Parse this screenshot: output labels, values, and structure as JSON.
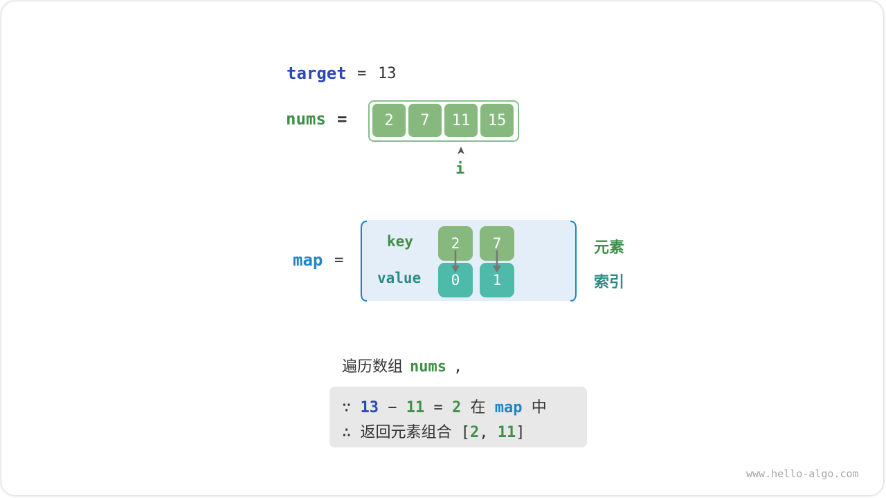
{
  "target": {
    "name": "target",
    "eq": "=",
    "value": "13"
  },
  "nums": {
    "name": "nums",
    "eq": "=",
    "values": [
      "2",
      "7",
      "11",
      "15"
    ],
    "pointer_label": "i",
    "pointer_index": 2
  },
  "map": {
    "name": "map",
    "eq": "=",
    "key_label": "key",
    "value_label": "value",
    "keys": [
      "2",
      "7"
    ],
    "values": [
      "0",
      "1"
    ],
    "side_key": "元素",
    "side_value": "索引"
  },
  "caption": {
    "text": "遍历数组",
    "nums": "nums",
    "comma": ","
  },
  "note": {
    "line1": {
      "symbol": "∵",
      "a": "13",
      "minus": "−",
      "b": "11",
      "eq": "=",
      "c": "2",
      "in": "在",
      "map": "map",
      "mid": "中"
    },
    "line2": {
      "symbol": "∴",
      "text": "返回元素组合",
      "open": "[",
      "x": "2",
      "sep": ",",
      "y": "11",
      "close": "]"
    }
  },
  "watermark": "www.hello-algo.com",
  "colors": {
    "green_cell": "#87b97f",
    "teal_cell": "#4ebaaa",
    "blue_text": "#2b47b8",
    "green_text": "#3f8f47",
    "map_blue": "#1f86c5",
    "map_bg": "#e3eef8"
  }
}
